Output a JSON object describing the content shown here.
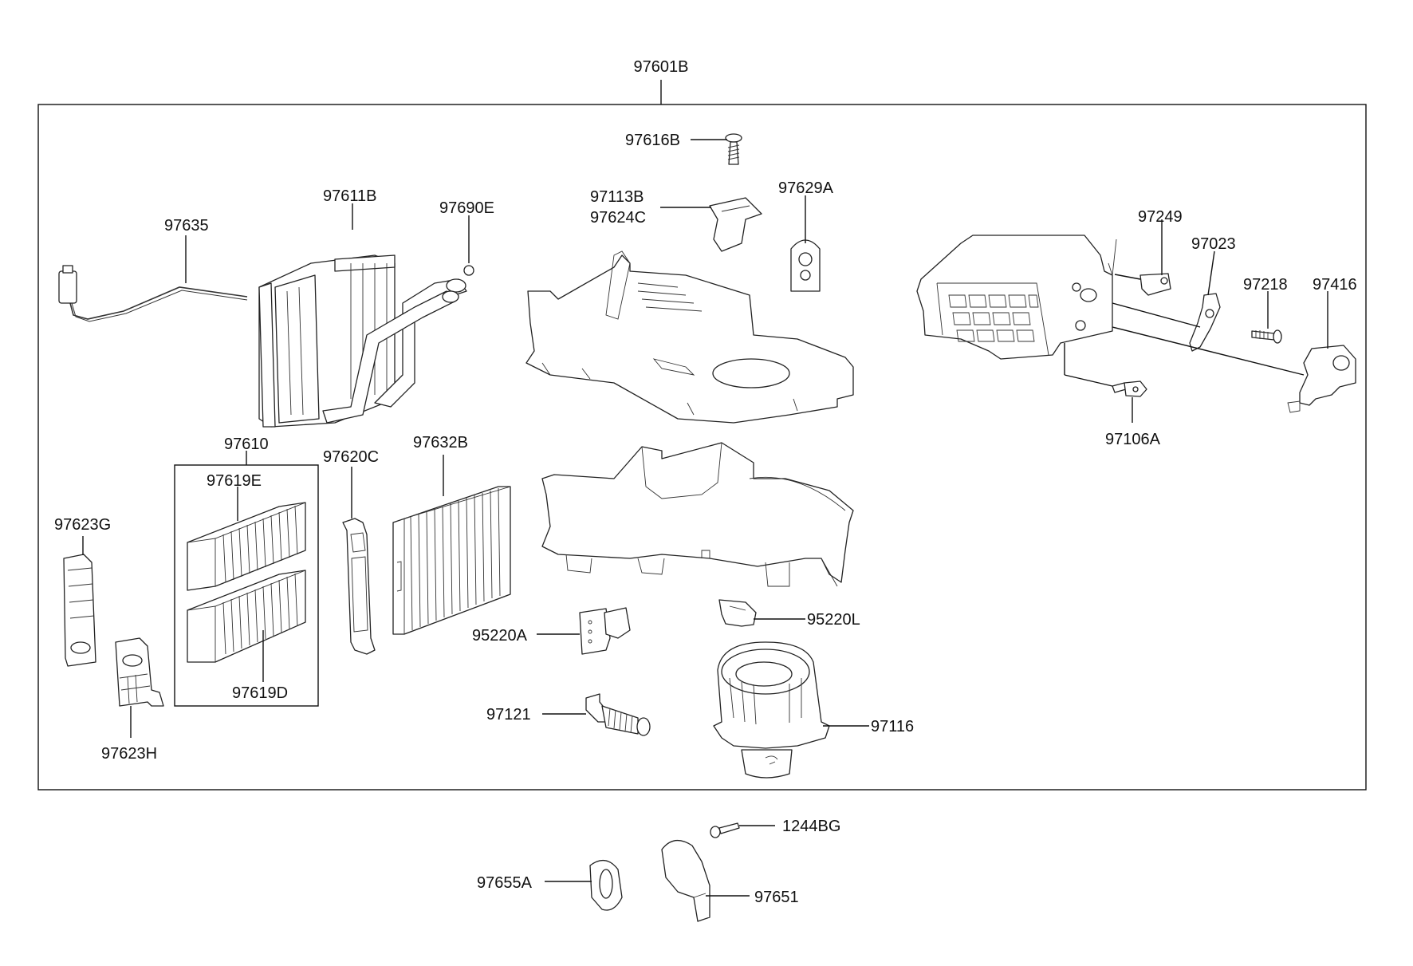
{
  "diagram": {
    "assembly_label": "97601B",
    "labels": {
      "p97616B": "97616B",
      "p97113B": "97113B",
      "p97624C": "97624C",
      "p97629A": "97629A",
      "p97611B": "97611B",
      "p97690E": "97690E",
      "p97635": "97635",
      "p97249": "97249",
      "p97023": "97023",
      "p97218": "97218",
      "p97416": "97416",
      "p97106A": "97106A",
      "p97610": "97610",
      "p97619E": "97619E",
      "p97619D": "97619D",
      "p97620C": "97620C",
      "p97632B": "97632B",
      "p97623G": "97623G",
      "p97623H": "97623H",
      "p95220A": "95220A",
      "p95220L": "95220L",
      "p97121": "97121",
      "p97116": "97116",
      "p1244BG": "1244BG",
      "p97655A": "97655A",
      "p97651": "97651"
    }
  }
}
